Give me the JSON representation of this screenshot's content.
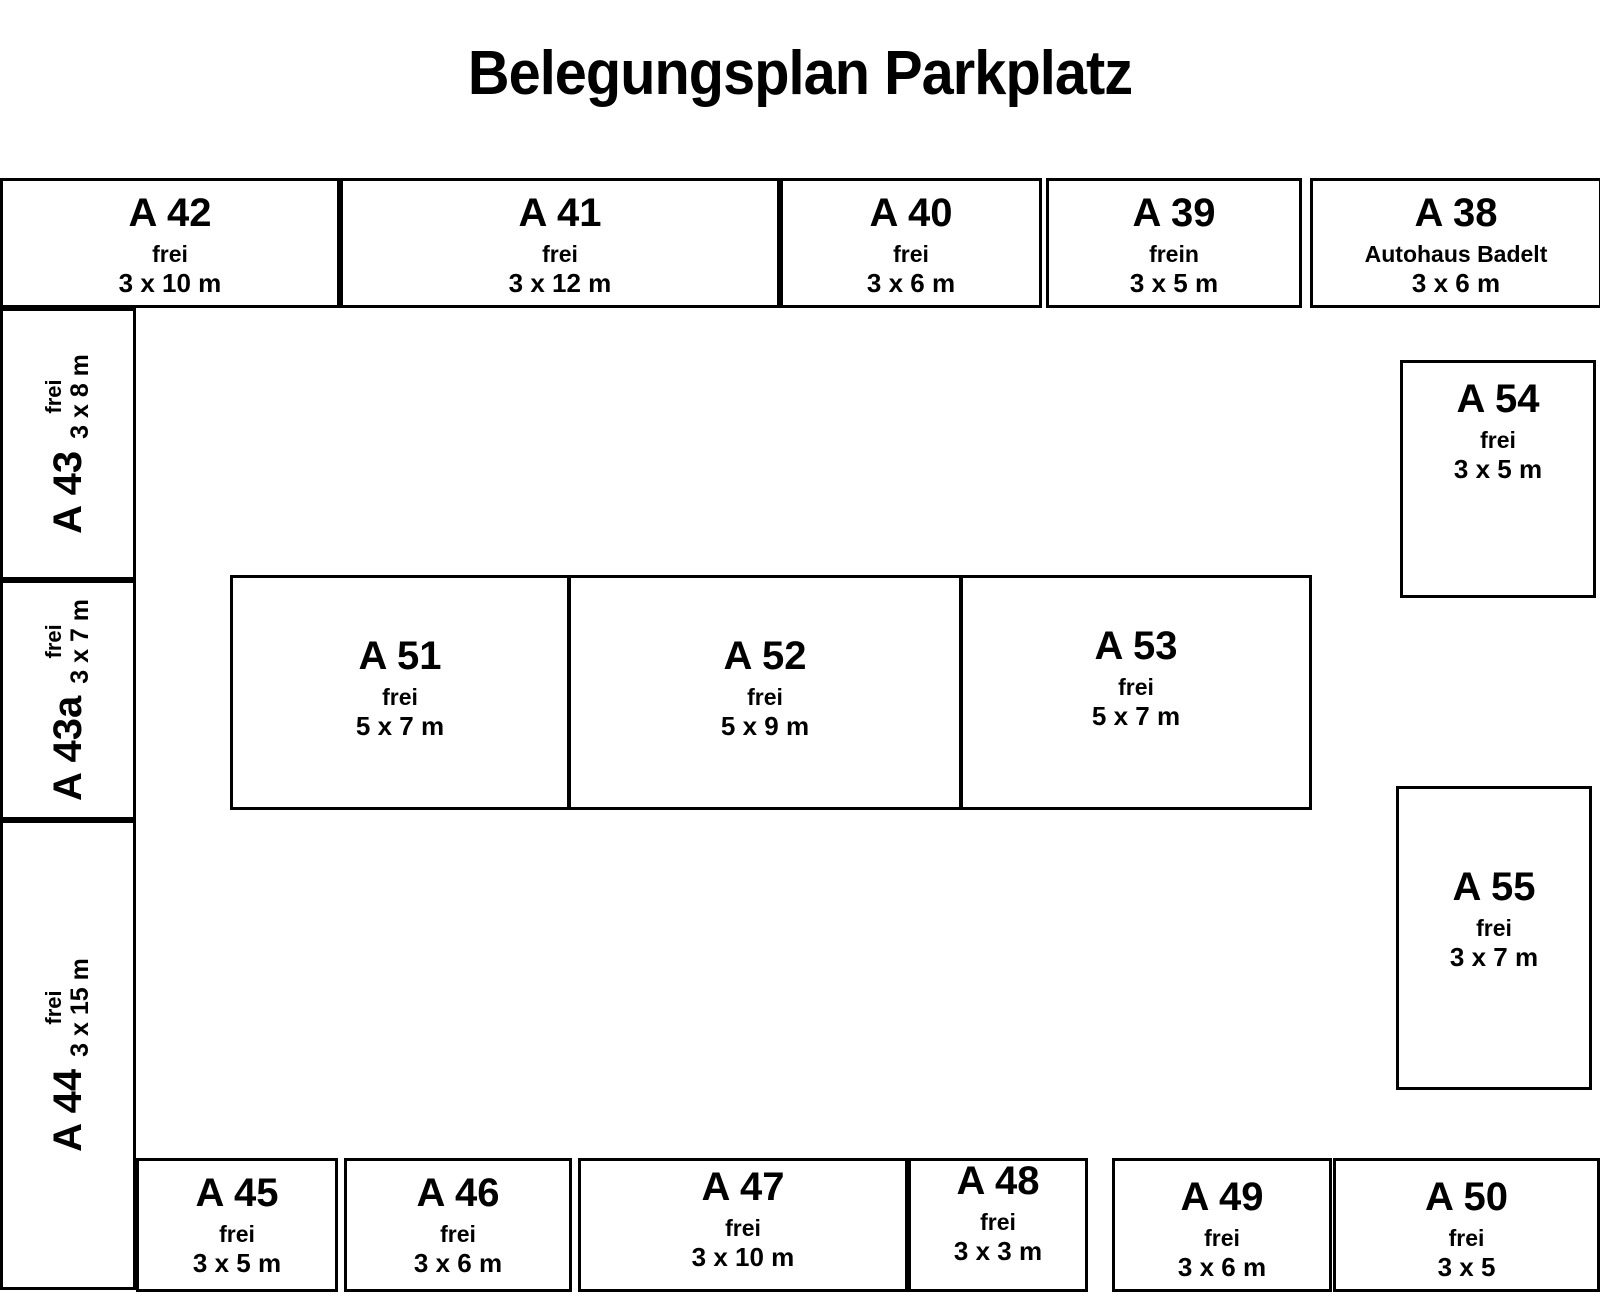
{
  "title": "Belegungsplan Parkplatz",
  "spots": [
    {
      "id": "a42",
      "label": "A 42",
      "status": "frei",
      "size": "3 x 10 m",
      "orientation": "horizontal"
    },
    {
      "id": "a41",
      "label": "A 41",
      "status": "frei",
      "size": "3 x 12 m",
      "orientation": "horizontal"
    },
    {
      "id": "a40",
      "label": "A 40",
      "status": "frei",
      "size": "3 x 6 m",
      "orientation": "horizontal"
    },
    {
      "id": "a39",
      "label": "A 39",
      "status": "frein",
      "size": "3 x 5 m",
      "orientation": "horizontal"
    },
    {
      "id": "a38",
      "label": "A 38",
      "status": "Autohaus Badelt",
      "size": "3 x 6 m",
      "orientation": "horizontal"
    },
    {
      "id": "a43",
      "label": "A 43",
      "status": "frei",
      "size": "3 x 8 m",
      "orientation": "vertical"
    },
    {
      "id": "a43a",
      "label": "A 43a",
      "status": "frei",
      "size": "3 x 7 m",
      "orientation": "vertical"
    },
    {
      "id": "a44",
      "label": "A 44",
      "status": "frei",
      "size": "3 x 15 m",
      "orientation": "vertical"
    },
    {
      "id": "a51",
      "label": "A 51",
      "status": "frei",
      "size": "5 x 7 m",
      "orientation": "horizontal"
    },
    {
      "id": "a52",
      "label": "A 52",
      "status": "frei",
      "size": "5 x 9 m",
      "orientation": "horizontal"
    },
    {
      "id": "a53",
      "label": "A 53",
      "status": "frei",
      "size": "5 x 7 m",
      "orientation": "horizontal"
    },
    {
      "id": "a54",
      "label": "A 54",
      "status": "frei",
      "size": "3 x 5 m",
      "orientation": "horizontal"
    },
    {
      "id": "a55",
      "label": "A 55",
      "status": "frei",
      "size": "3 x 7 m",
      "orientation": "horizontal"
    },
    {
      "id": "a45",
      "label": "A 45",
      "status": "frei",
      "size": "3 x 5 m",
      "orientation": "horizontal"
    },
    {
      "id": "a46",
      "label": "A 46",
      "status": "frei",
      "size": "3 x 6 m",
      "orientation": "horizontal"
    },
    {
      "id": "a47",
      "label": "A 47",
      "status": "frei",
      "size": "3 x 10 m",
      "orientation": "horizontal"
    },
    {
      "id": "a48",
      "label": "A 48",
      "status": "frei",
      "size": "3 x 3 m",
      "orientation": "horizontal"
    },
    {
      "id": "a49",
      "label": "A 49",
      "status": "frei",
      "size": "3 x 6 m",
      "orientation": "horizontal"
    },
    {
      "id": "a50",
      "label": "A 50",
      "status": "frei",
      "size": "3 x 5",
      "orientation": "horizontal"
    }
  ],
  "colors": {
    "border": "#000000",
    "background": "#ffffff",
    "text": "#000000"
  }
}
